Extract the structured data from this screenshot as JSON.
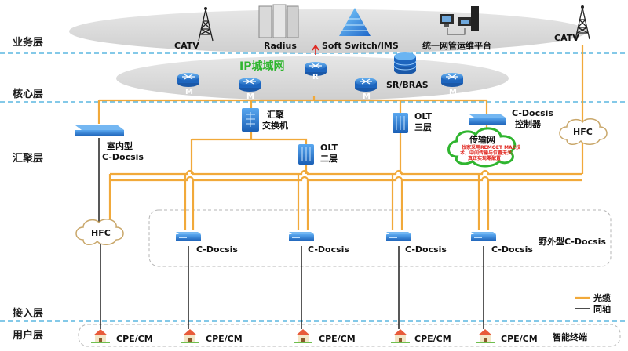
{
  "layers": {
    "business": "业务层",
    "core": "核心层",
    "aggregation": "汇聚层",
    "access": "接入层",
    "user": "用户层"
  },
  "business": {
    "catv_left": "CATV",
    "radius": "Radius",
    "softswitch": "Soft Switch/IMS",
    "platform": "统一网管运维平台",
    "catv_right": "CATV"
  },
  "core": {
    "ip_network": "IP城域网",
    "srbras": "SR/BRAS",
    "router_m": "M",
    "router_r": "R"
  },
  "aggregation": {
    "indoor_line1": "室内型",
    "indoor_line2": "C-Docsis",
    "switch_line1": "汇聚",
    "switch_line2": "交换机",
    "olt3_line1": "OLT",
    "olt3_line2": "三层",
    "olt2_line1": "OLT",
    "olt2_line2": "二层",
    "controller_line1": "C-Docsis",
    "controller_line2": "控制器",
    "transport_title": "传输网",
    "transport_note1": "独家采用REMOET MAC技",
    "transport_note2": "术，中间传输与位置无关，",
    "transport_note3": "真正实现零配置",
    "hfc_right": "HFC"
  },
  "access": {
    "hfc_left": "HFC",
    "cdocsis": "C-Docsis",
    "outdoor": "野外型C-Docsis"
  },
  "legend": {
    "fiber": "光缆",
    "coax": "同轴"
  },
  "user": {
    "cpe": "CPE/CM",
    "smart_terminal": "智能终端"
  },
  "colors": {
    "fiber": "#f1a93a",
    "coax": "#111111",
    "ip_network": "#2fb52f",
    "device_blue": "#1f6fc9",
    "layer_divider": "#3aa9d9"
  }
}
